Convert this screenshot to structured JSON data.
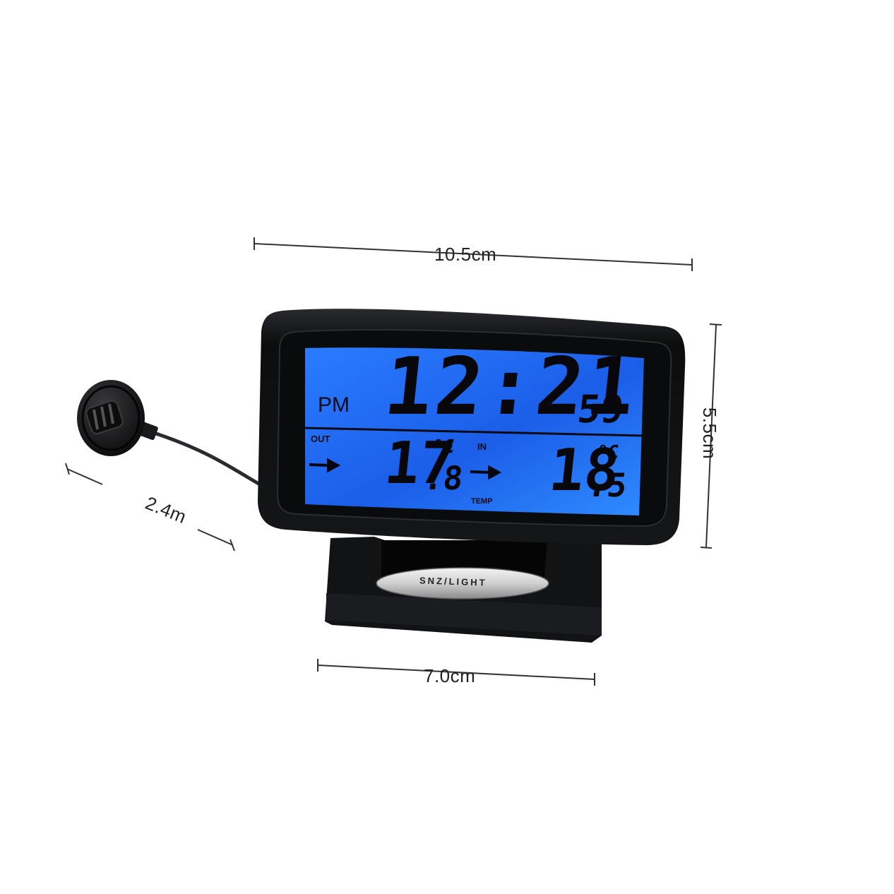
{
  "dimensions": {
    "width_label": "10.5cm",
    "height_label": "5.5cm",
    "base_label": "7.0cm",
    "cable_label": "2.4m"
  },
  "display": {
    "period": "PM",
    "time": "12:21",
    "seconds": "59",
    "out_label": "OUT",
    "in_label": "IN",
    "temp_label": "TEMP",
    "out_temp_int": "17",
    "out_temp_dec": ".8",
    "in_temp_int": "18",
    "in_temp_dec": ".5",
    "unit": "°C"
  },
  "stand": {
    "button_label": "SNZ/LIGHT"
  },
  "colors": {
    "lcd_blue": "#1f6cf5",
    "body": "#111214"
  }
}
